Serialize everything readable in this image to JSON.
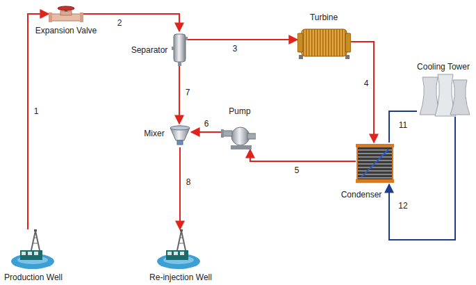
{
  "diagram": {
    "nodes": [
      {
        "text": [
          "Expansion Valve"
        ]
      },
      {
        "text": [
          "Separator"
        ]
      },
      {
        "text": [
          "Turbine"
        ]
      },
      {
        "text": [
          "Cooling Tower"
        ]
      },
      {
        "text": [
          "Mixer"
        ]
      },
      {
        "text": [
          "Pump"
        ]
      },
      {
        "text": [
          "Condenser"
        ]
      },
      {
        "text": [
          "Production Well"
        ]
      },
      {
        "text": [
          "Re-injection Well"
        ]
      }
    ],
    "edges": [
      {
        "from": 7,
        "to": 0,
        "label": "1",
        "arrow": "to"
      },
      {
        "from": 0,
        "to": 1,
        "label": "2",
        "arrow": "to"
      },
      {
        "from": 1,
        "to": 2,
        "label": "3",
        "arrow": "to"
      },
      {
        "from": 2,
        "to": 6,
        "label": "4",
        "arrow": "to"
      },
      {
        "from": 6,
        "to": 5,
        "label": "5",
        "arrow": "to"
      },
      {
        "from": 5,
        "to": 4,
        "label": "6",
        "arrow": "to"
      },
      {
        "from": 1,
        "to": 4,
        "label": "7",
        "arrow": "to"
      },
      {
        "from": 4,
        "to": 8,
        "label": "8",
        "arrow": "to"
      },
      {
        "from": 6,
        "to": 3,
        "label": "11",
        "arrow": "none"
      },
      {
        "from": 3,
        "to": 6,
        "label": "12",
        "arrow": "to"
      }
    ]
  }
}
